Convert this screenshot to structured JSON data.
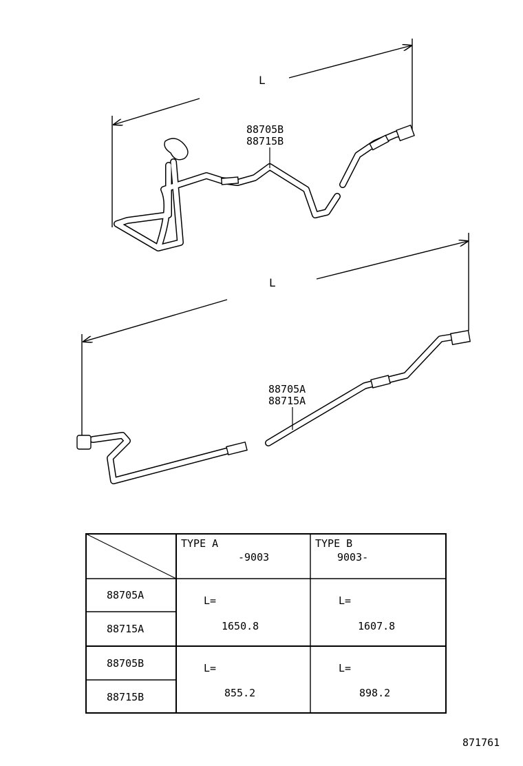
{
  "diagram": {
    "upper": {
      "dimension_label": "L",
      "part_label_1": "88705B",
      "part_label_2": "88715B"
    },
    "lower": {
      "dimension_label": "L",
      "part_label_1": "88705A",
      "part_label_2": "88715A"
    },
    "table": {
      "type_a": {
        "name": "TYPE A",
        "range": "-9003"
      },
      "type_b": {
        "name": "TYPE B",
        "range": "9003-"
      },
      "rows": [
        {
          "part_1": "88705A",
          "part_2": "88715A",
          "a_label": "L=",
          "a_value": "1650.8",
          "b_label": "L=",
          "b_value": "1607.8"
        },
        {
          "part_1": "88705B",
          "part_2": "88715B",
          "a_label": "L=",
          "a_value": "855.2",
          "b_label": "L=",
          "b_value": "898.2"
        }
      ]
    },
    "figure_number": "871761"
  }
}
